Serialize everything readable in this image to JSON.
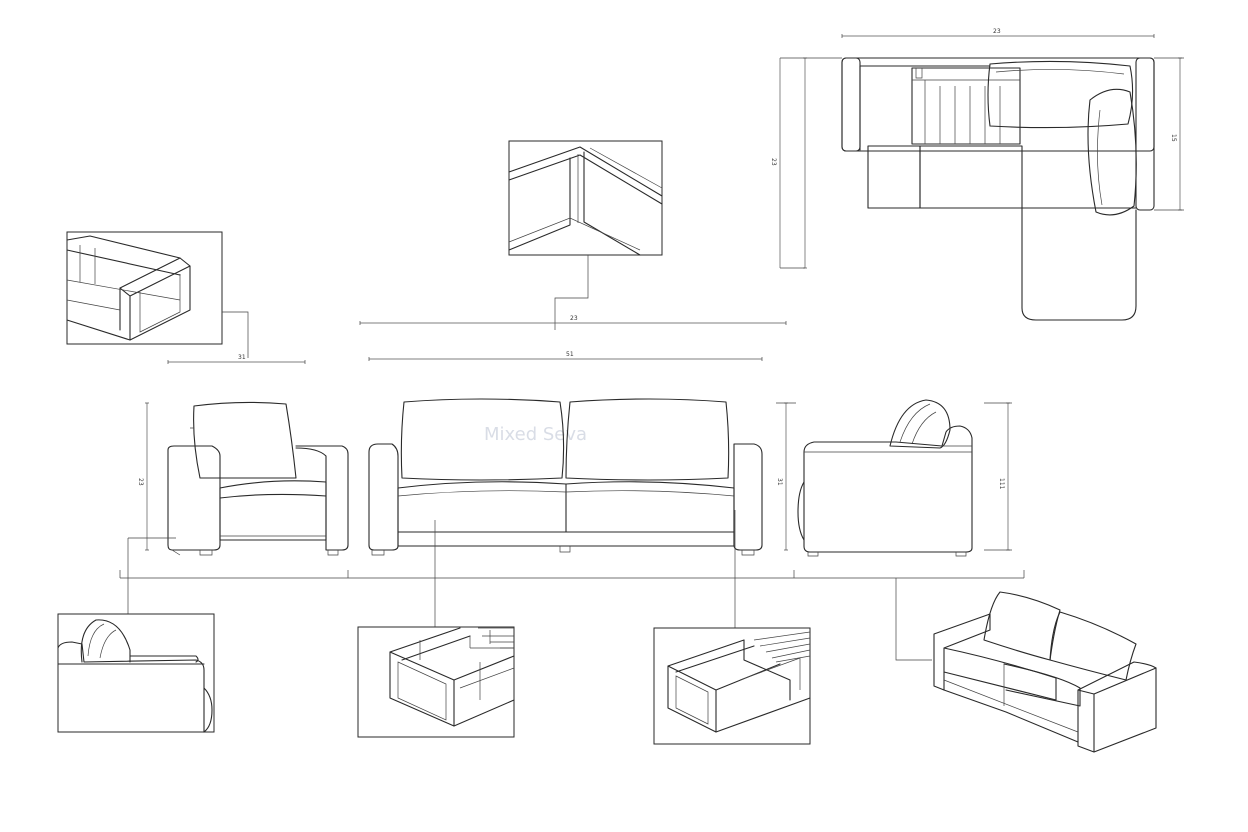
{
  "watermark": "Mixed Seva",
  "dimensions": {
    "top_width": "23",
    "top_depth_left": "23",
    "top_depth_right": "15",
    "sofa_overall": "23",
    "sofa_inner": "51",
    "chair_width": "31",
    "chair_height": "23",
    "sofa_height": "31",
    "side_height": "111"
  }
}
